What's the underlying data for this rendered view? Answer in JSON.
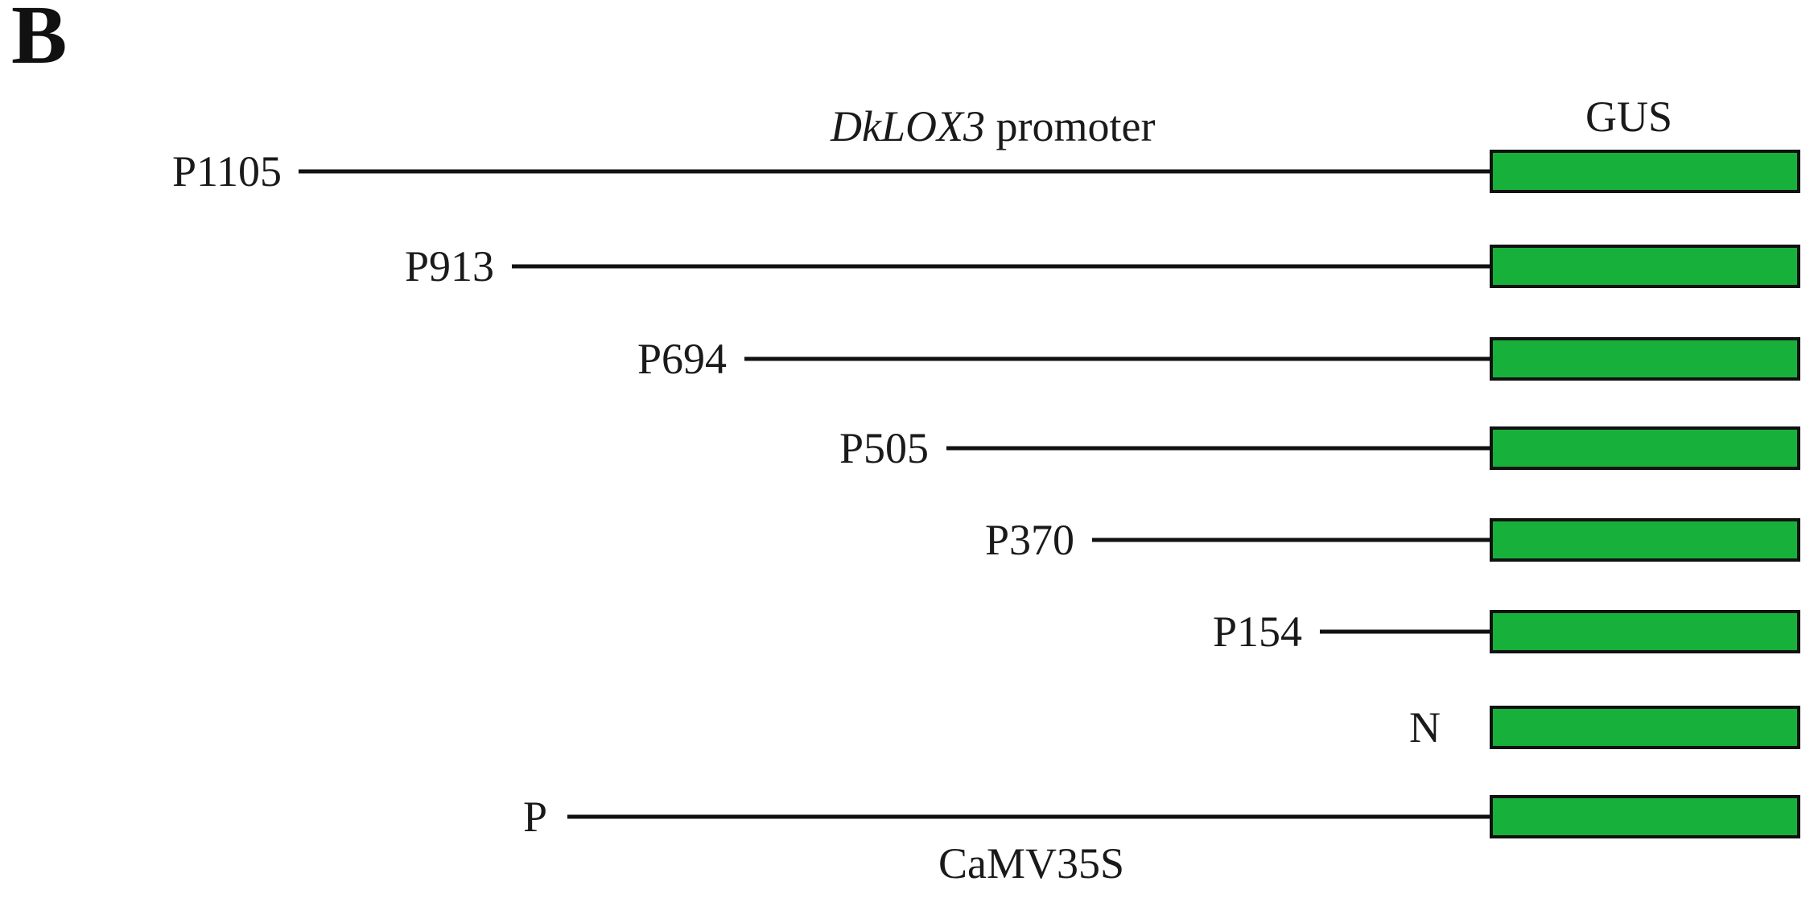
{
  "panel_letter": "B",
  "header": {
    "promoter_gene": "DkLOX3",
    "promoter_suffix": " promoter",
    "reporter": "GUS"
  },
  "constructs": [
    {
      "label": "P1105",
      "has_promoter": true
    },
    {
      "label": "P913",
      "has_promoter": true
    },
    {
      "label": "P694",
      "has_promoter": true
    },
    {
      "label": "P505",
      "has_promoter": true
    },
    {
      "label": "P370",
      "has_promoter": true
    },
    {
      "label": "P154",
      "has_promoter": true
    },
    {
      "label": "N",
      "has_promoter": false
    },
    {
      "label": "P",
      "has_promoter": true
    }
  ],
  "control_promoter_label": "CaMV35S",
  "colors": {
    "reporter_fill": "#17b03a",
    "line": "#111111"
  }
}
